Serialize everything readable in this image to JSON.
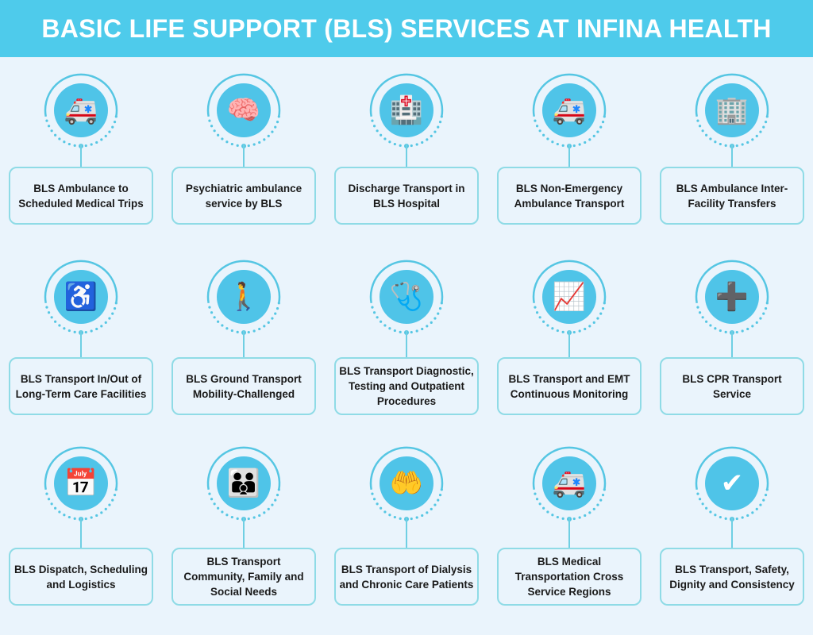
{
  "title": "BASIC LIFE SUPPORT (BLS) SERVICES AT INFINA HEALTH",
  "colors": {
    "header": "#4ecbeb",
    "icon_fill": "#4fc4e8",
    "ring": "#55c6e3",
    "box_border": "#8fdbe6",
    "background": "#eaf4fc"
  },
  "services": [
    {
      "label": "BLS Ambulance to Scheduled Medical Trips",
      "icon": "ambulance-icon",
      "glyph": "🚑"
    },
    {
      "label": "Psychiatric ambulance service by BLS",
      "icon": "brain-search-icon",
      "glyph": "🧠"
    },
    {
      "label": "Discharge Transport in BLS Hospital",
      "icon": "hospital-icon",
      "glyph": "🏥"
    },
    {
      "label": "BLS Non-Emergency Ambulance Transport",
      "icon": "ambulance-icon",
      "glyph": "🚑"
    },
    {
      "label": "BLS Ambulance Inter-Facility Transfers",
      "icon": "buildings-gear-icon",
      "glyph": "🏢"
    },
    {
      "label": "BLS Transport In/Out of Long-Term Care Facilities",
      "icon": "wheelchair-shield-icon",
      "glyph": "♿"
    },
    {
      "label": "BLS Ground Transport Mobility-Challenged",
      "icon": "person-route-icon",
      "glyph": "🚶"
    },
    {
      "label": "BLS Transport Diagnostic, Testing and Outpatient Procedures",
      "icon": "monitor-stethoscope-icon",
      "glyph": "🩺"
    },
    {
      "label": "BLS Transport and EMT Continuous Monitoring",
      "icon": "heart-monitor-clock-icon",
      "glyph": "📈"
    },
    {
      "label": "BLS CPR Transport Service",
      "icon": "cpr-person-icon",
      "glyph": "➕"
    },
    {
      "label": "BLS Dispatch, Scheduling and Logistics",
      "icon": "calendar-icon",
      "glyph": "📅"
    },
    {
      "label": "BLS Transport Community, Family and Social Needs",
      "icon": "family-heart-icon",
      "glyph": "👪"
    },
    {
      "label": "BLS Transport of Dialysis and Chronic Care Patients",
      "icon": "hands-person-icon",
      "glyph": "🤲"
    },
    {
      "label": "BLS Medical Transportation Cross Service Regions",
      "icon": "ambulance-moving-icon",
      "glyph": "🚑"
    },
    {
      "label": "BLS Transport, Safety, Dignity and Consistency",
      "icon": "shield-check-icon",
      "glyph": "✔"
    }
  ]
}
